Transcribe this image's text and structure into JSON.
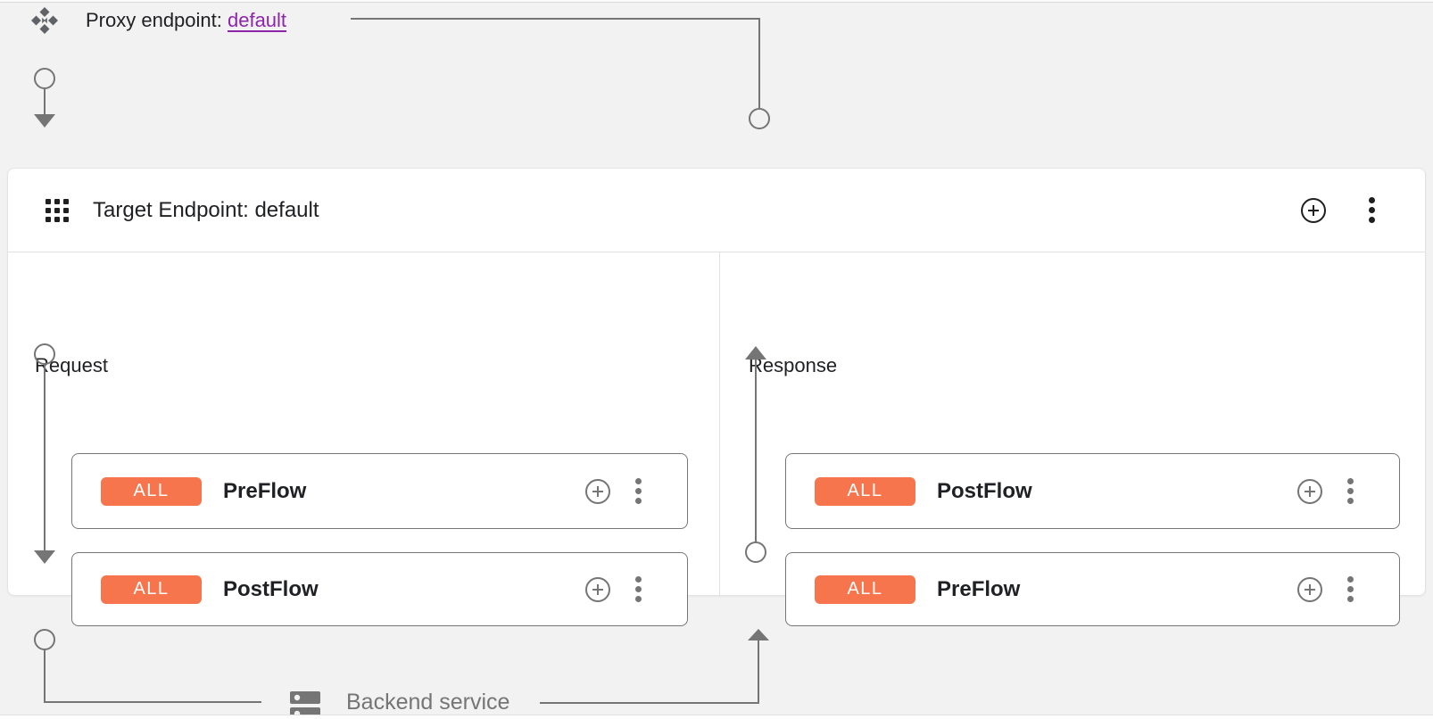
{
  "proxy_endpoint": {
    "label": "Proxy endpoint: ",
    "link": "default"
  },
  "target_endpoint": {
    "title": "Target Endpoint: default"
  },
  "panels": {
    "request": {
      "label": "Request",
      "flows": [
        {
          "scope": "ALL",
          "name": "PreFlow"
        },
        {
          "scope": "ALL",
          "name": "PostFlow"
        }
      ]
    },
    "response": {
      "label": "Response",
      "flows": [
        {
          "scope": "ALL",
          "name": "PostFlow"
        },
        {
          "scope": "ALL",
          "name": "PreFlow"
        }
      ]
    }
  },
  "backend": {
    "label": "Backend service"
  },
  "icons": {
    "proxy": "proxy-endpoint-diamond-icon",
    "target_header": "apps-grid-icon",
    "add": "add-circle-icon",
    "menu": "more-vert-kebab-icon",
    "backend": "dns-server-icon"
  },
  "colors": {
    "bg": "#f2f2f2",
    "card": "#ffffff",
    "text": "#202124",
    "muted": "#757575",
    "link": "#8E24AA",
    "badge": "#F6754D",
    "badge_text": "#ffffff",
    "connector": "#757575",
    "border": "#e0e0e0",
    "box_border": "#75757a",
    "header_icon": "#1f1f1f"
  }
}
